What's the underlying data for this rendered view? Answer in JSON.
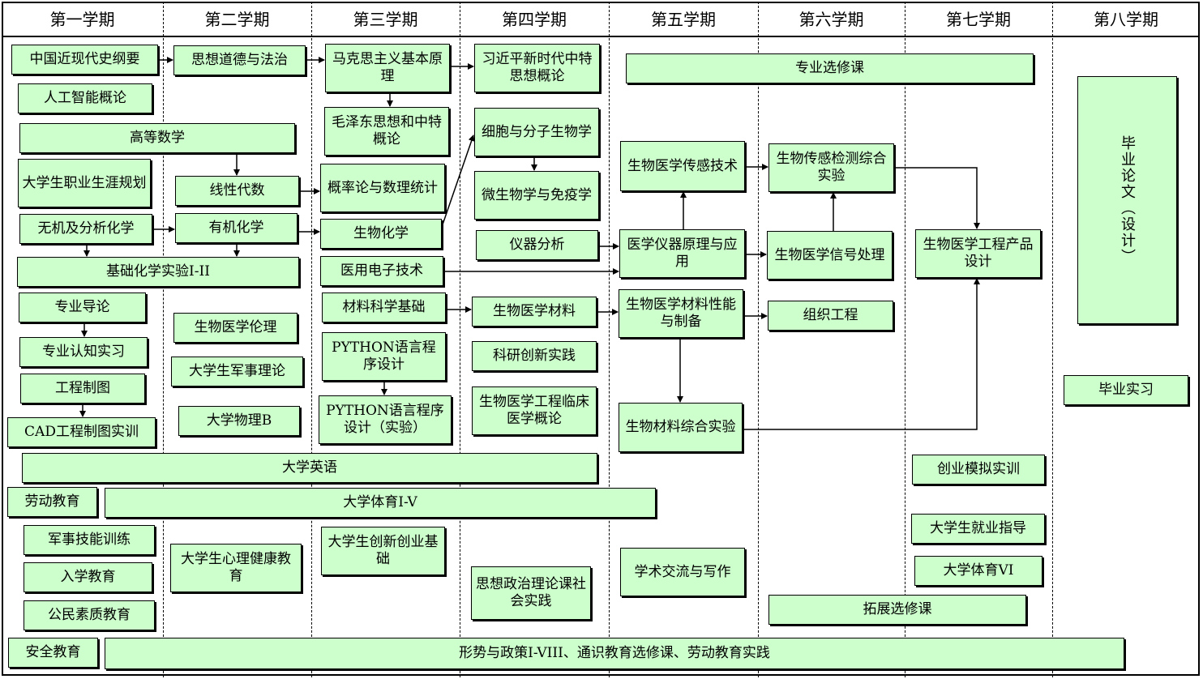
{
  "semesters": [
    "第一学期",
    "第二学期",
    "第三学期",
    "第四学期",
    "第五学期",
    "第六学期",
    "第七学期",
    "第八学期"
  ],
  "courses": {
    "c1": "中国近现代史纲要",
    "c2": "人工智能概论",
    "c3": "高等数学",
    "c4": "大学生职业生涯规划",
    "c5": "无机及分析化学",
    "c6": "基础化学实验I-II",
    "c7": "专业导论",
    "c8": "专业认知实习",
    "c9": "工程制图",
    "c10": "CAD工程制图实训",
    "c11": "大学英语",
    "c12": "劳动教育",
    "c13": "大学体育I-V",
    "c14": "军事技能训练",
    "c15": "入学教育",
    "c16": "公民素质教育",
    "c17": "安全教育",
    "c18": "形势与政策I-VIII、通识教育选修课、劳动教育实践",
    "c19": "思想道德与法治",
    "c20": "线性代数",
    "c21": "有机化学",
    "c22": "生物医学伦理",
    "c23": "大学生军事理论",
    "c24": "大学物理B",
    "c25": "大学生心理健康教育",
    "c26": "马克思主义基本原理",
    "c27": "毛泽东思想和中特概论",
    "c28": "概率论与数理统计",
    "c29": "生物化学",
    "c30": "医用电子技术",
    "c31": "材料科学基础",
    "c32": "PYTHON语言程序设计",
    "c33": "PYTHON语言程序设计（实验）",
    "c34": "大学生创新创业基础",
    "c35": "习近平新时代中特思想概论",
    "c36": "细胞与分子生物学",
    "c37": "微生物学与免疫学",
    "c38": "仪器分析",
    "c39": "生物医学材料",
    "c40": "科研创新实践",
    "c41": "生物医学工程临床医学概论",
    "c42": "思想政治理论课社会实践",
    "c43": "专业选修课",
    "c44": "生物医学传感技术",
    "c45": "医学仪器原理与应用",
    "c46": "生物医学材料性能与制备",
    "c47": "生物材料综合实验",
    "c48": "学术交流与写作",
    "c49": "生物传感检测综合实验",
    "c50": "生物医学信号处理",
    "c51": "组织工程",
    "c52": "拓展选修课",
    "c53": "生物医学工程产品设计",
    "c54": "创业模拟实训",
    "c55": "大学生就业指导",
    "c56": "大学体育VI",
    "c57": "毕业论文（设计）",
    "c58": "毕业实习"
  }
}
